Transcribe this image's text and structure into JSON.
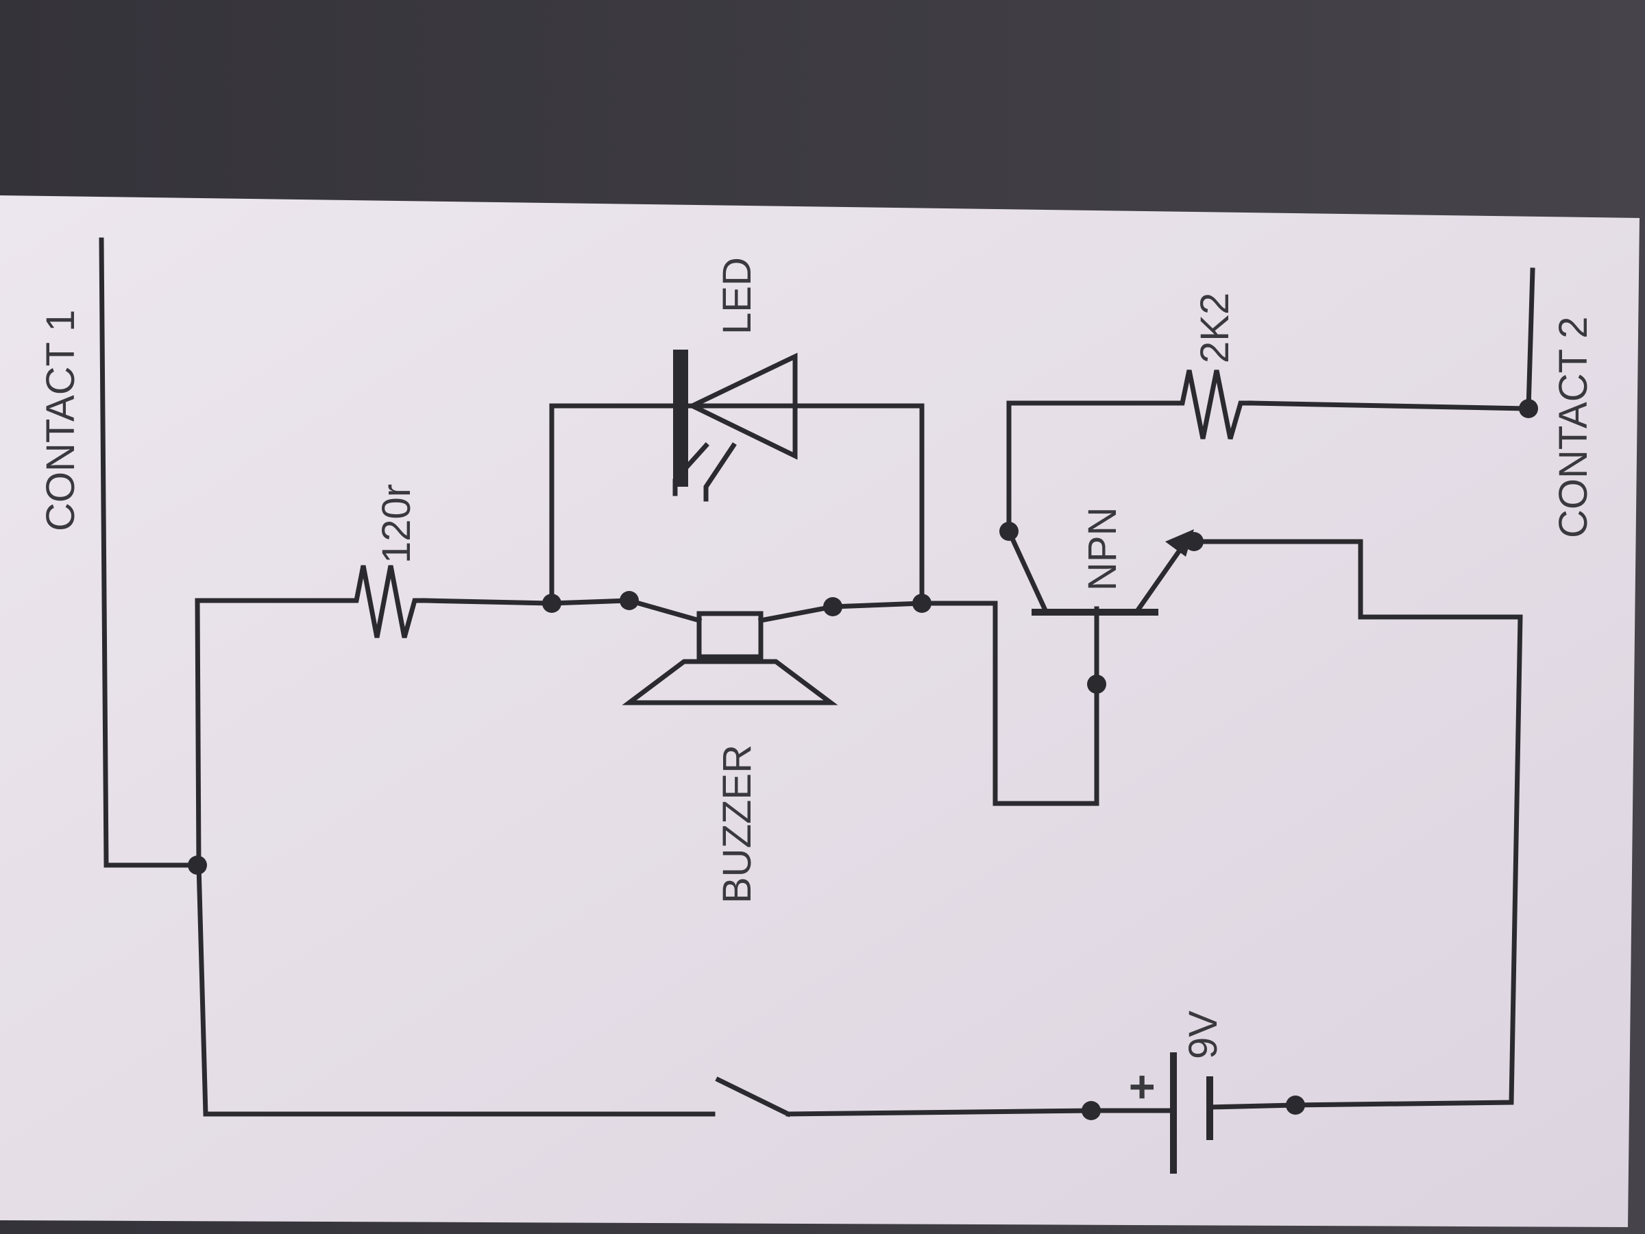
{
  "labels": {
    "contact1": "CONTACT 1",
    "contact2": "CONTACT 2",
    "resistor1": "120r",
    "resistor2": "2K2",
    "led": "LED",
    "buzzer": "BUZZER",
    "transistor": "NPN",
    "battery": "9V",
    "battery_plus": "+"
  },
  "colors": {
    "background": "#3d3b3e",
    "paper": "#e6dfe8",
    "ink": "#2b2a2f"
  },
  "components": [
    "resistor",
    "resistor",
    "led",
    "buzzer",
    "npn-transistor",
    "switch",
    "battery"
  ]
}
